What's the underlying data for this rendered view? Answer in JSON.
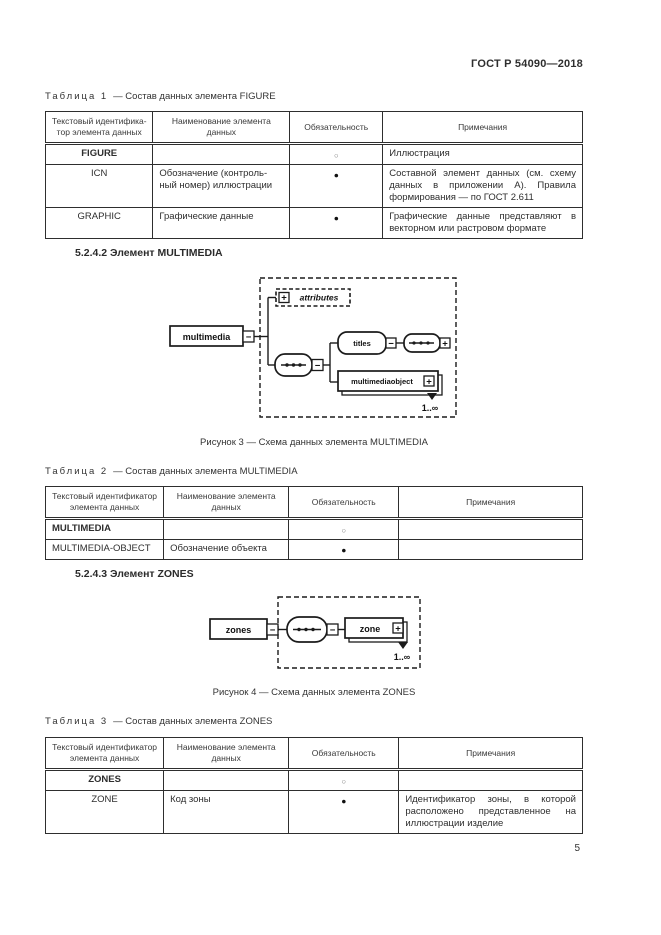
{
  "header": {
    "standard": "ГОСТ Р 54090—2018",
    "page_number": "5"
  },
  "sections": {
    "s5242": "5.2.4.2 Элемент MULTIMEDIA",
    "s5243": "5.2.4.3 Элемент ZONES"
  },
  "icons": {
    "plus": "+",
    "minus": "−"
  },
  "table1": {
    "caption_label": "Таблица 1",
    "caption_rest": "— Состав данных элемента FIGURE",
    "col1": "Текстовый идентифика-\nтор элемента данных",
    "col2": "Наименование элемента\nданных",
    "col3": "Обязательность",
    "col4": "Примечания",
    "rows": [
      {
        "id": "FIGURE",
        "name": "",
        "req": "○",
        "note": "Иллюстрация"
      },
      {
        "id": "ICN",
        "name": "Обозначение (контроль-\nный номер) иллюстрации",
        "req": "●",
        "note": "Составной элемент данных (см. схему данных в приложении А). Правила формирования — по ГОСТ 2.611"
      },
      {
        "id": "GRAPHIC",
        "name": "Графические данные",
        "req": "●",
        "note": "Графические данные представляют в векторном или растровом формате"
      }
    ]
  },
  "figure3": {
    "caption": "Рисунок 3 — Схема данных элемента MULTIMEDIA",
    "diagram": {
      "root": "multimedia",
      "attributes": "attributes",
      "titles": "titles",
      "object": "multimediaobject",
      "cardinality": "1..∞"
    }
  },
  "table2": {
    "caption_label": "Таблица 2",
    "caption_rest": "— Состав данных элемента MULTIMEDIA",
    "col1": "Текстовый идентификатор\nэлемента данных",
    "col2": "Наименование элемента\nданных",
    "col3": "Обязательность",
    "col4": "Примечания",
    "rows": [
      {
        "id": "MULTIMEDIA",
        "name": "",
        "req": "○",
        "note": ""
      },
      {
        "id": "MULTIMEDIA-OBJECT",
        "name": "Обозначение объекта",
        "req": "●",
        "note": ""
      }
    ]
  },
  "figure4": {
    "caption": "Рисунок 4 — Схема данных элемента ZONES",
    "diagram": {
      "root": "zones",
      "zone": "zone",
      "cardinality": "1..∞"
    }
  },
  "table3": {
    "caption_label": "Таблица 3",
    "caption_rest": "— Состав данных элемента ZONES",
    "col1": "Текстовый идентификатор\nэлемента данных",
    "col2": "Наименование элемента\nданных",
    "col3": "Обязательность",
    "col4": "Примечания",
    "rows": [
      {
        "id": "ZONES",
        "name": "",
        "req": "○",
        "note": ""
      },
      {
        "id": "ZONE",
        "name": "Код зоны",
        "req": "●",
        "note": "Идентификатор зоны, в которой расположено представленное на иллюстрации изделие"
      }
    ]
  }
}
